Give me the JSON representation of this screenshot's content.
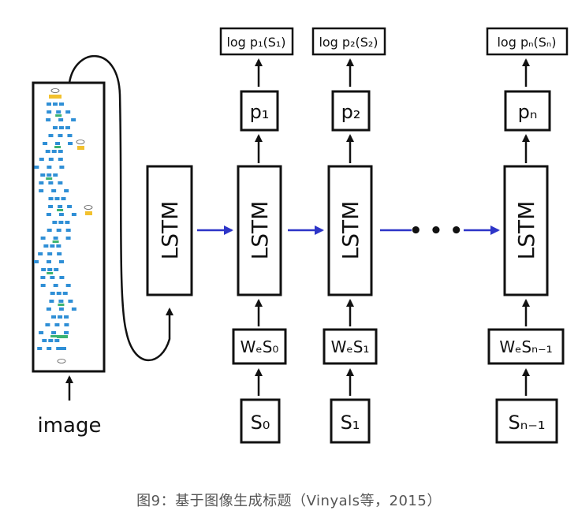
{
  "labels": {
    "lstm": "LSTM",
    "image": "image",
    "dots": "• • •"
  },
  "steps": [
    {
      "input": "S₀",
      "embed": "WₑS₀",
      "prob": "p₁",
      "log": "log p₁(S₁)"
    },
    {
      "input": "S₁",
      "embed": "WₑS₁",
      "prob": "p₂",
      "log": "log p₂(S₂)"
    },
    {
      "input": "Sₙ₋₁",
      "embed": "WₑSₙ₋₁",
      "prob": "pₙ",
      "log": "log pₙ(Sₙ)"
    }
  ],
  "caption": "图9：基于图像生成标题（Vinyals等，2015）",
  "colors": {
    "arrow_recurrent": "#2d35c8",
    "arrow_flow": "#111111",
    "cnn_blue": "#2f8fd6",
    "cnn_green": "#3cb371",
    "cnn_yellow": "#f2c12e"
  }
}
